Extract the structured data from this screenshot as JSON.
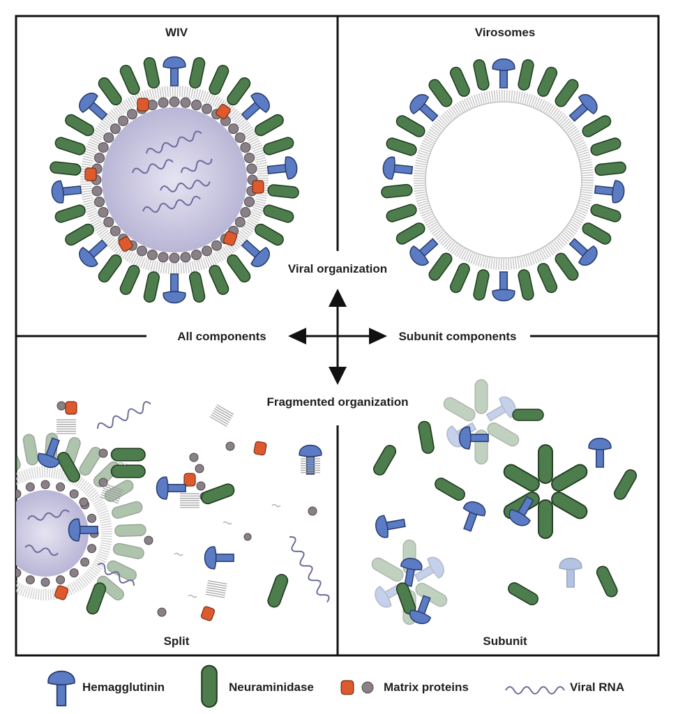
{
  "panels": {
    "top_left": "WIV",
    "top_right": "Virosomes",
    "bottom_left": "Split",
    "bottom_right": "Subunit"
  },
  "axes": {
    "top": "Viral organization",
    "bottom": "Fragmented organization",
    "left": "All components",
    "right": "Subunit components"
  },
  "legend": {
    "hemagglutinin": "Hemagglutinin",
    "neuraminidase": "Neuraminidase",
    "matrix": "Matrix proteins",
    "rna": "Viral RNA"
  },
  "colors": {
    "hemagglutinin": "#5b7cc4",
    "neuraminidase": "#4d7d4c",
    "matrix": "#dd5a2e",
    "matrix_sphere": "#8a8087",
    "rna": "#6a6a9c",
    "membrane": "#c8c8c8",
    "core": "#c9c6e0"
  }
}
